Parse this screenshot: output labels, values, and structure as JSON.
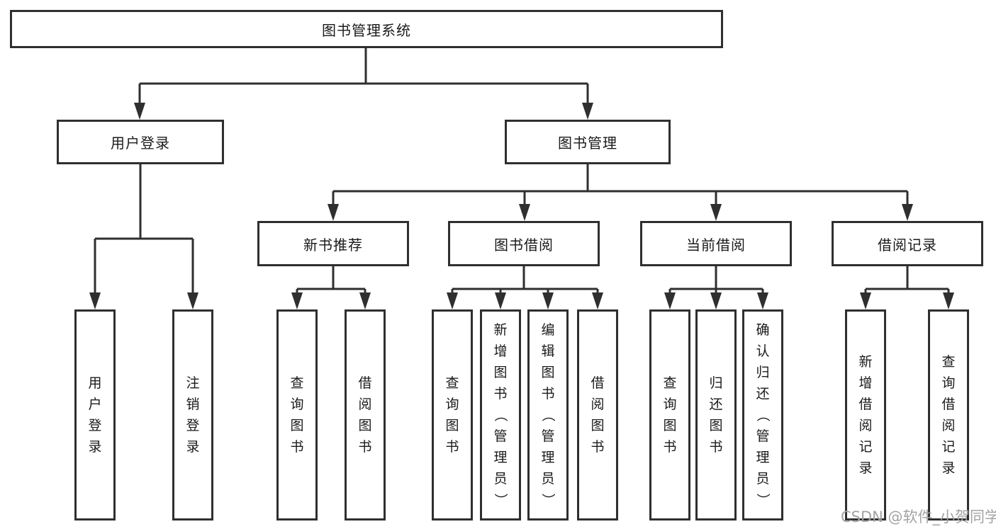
{
  "diagram": {
    "root": {
      "label": "图书管理系统"
    },
    "user_login": {
      "label": "用户登录",
      "children": [
        {
          "label": "用户登录"
        },
        {
          "label": "注销登录"
        }
      ]
    },
    "book_management": {
      "label": "图书管理",
      "groups": [
        {
          "label": "新书推荐",
          "children": [
            {
              "label": "查询图书"
            },
            {
              "label": "借阅图书"
            }
          ]
        },
        {
          "label": "图书借阅",
          "children": [
            {
              "label": "查询图书"
            },
            {
              "label": "新增图书（管理员）"
            },
            {
              "label": "编辑图书（管理员）"
            },
            {
              "label": "借阅图书"
            }
          ]
        },
        {
          "label": "当前借阅",
          "children": [
            {
              "label": "查询图书"
            },
            {
              "label": "归还图书"
            },
            {
              "label": "确认归还（管理员）"
            }
          ]
        },
        {
          "label": "借阅记录",
          "children": [
            {
              "label": "新增借阅记录"
            },
            {
              "label": "查询借阅记录"
            }
          ]
        }
      ]
    }
  },
  "watermark": {
    "text": "CSDN @软件_小贺同学"
  },
  "colors": {
    "line": "#2f2f2f",
    "box_border": "#2f2f2f",
    "text": "#1a1a1a",
    "watermark": "#a3a3a3",
    "background": "#ffffff"
  }
}
